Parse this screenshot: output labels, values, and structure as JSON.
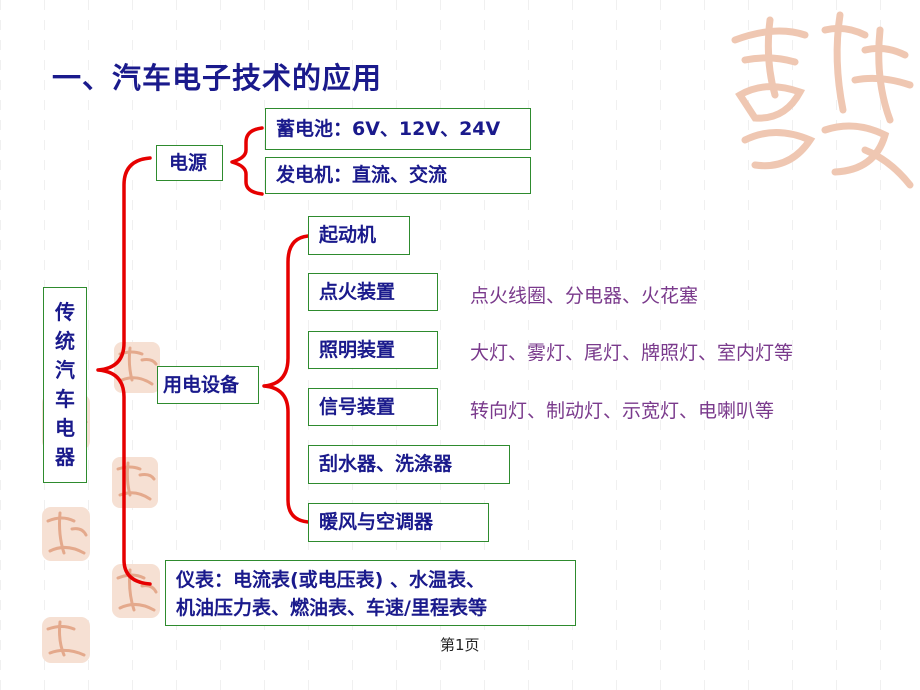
{
  "slide": {
    "title": "一、汽车电子技术的应用",
    "root_chars": [
      "传",
      "统",
      "汽",
      "车",
      "电",
      "器"
    ],
    "power_source": {
      "label": "电源",
      "items": [
        "蓄电池：6V、12V、24V",
        "发电机：直流、交流"
      ]
    },
    "electrical_equipment": {
      "label": "用电设备",
      "items": [
        {
          "label": "起动机",
          "description": ""
        },
        {
          "label": "点火装置",
          "description": "点火线圈、分电器、火花塞"
        },
        {
          "label": "照明装置",
          "description": "大灯、雾灯、尾灯、牌照灯、室内灯等"
        },
        {
          "label": "信号装置",
          "description": "转向灯、制动灯、示宽灯、电喇叭等"
        },
        {
          "label": "刮水器、洗涤器",
          "description": ""
        },
        {
          "label": "暖风与空调器",
          "description": ""
        }
      ]
    },
    "instruments": {
      "line1": "仪表：电流表(或电压表) 、水温表、",
      "line2": "机油压力表、燃油表、车速/里程表等"
    },
    "page_number": "第1页"
  },
  "colors": {
    "title": "#1a1a8c",
    "box_text": "#1a1a8c",
    "box_border": "#2e8b2e",
    "bracket": "#e60000",
    "description": "#7a3a8c",
    "seal": "#e9b9a0"
  }
}
